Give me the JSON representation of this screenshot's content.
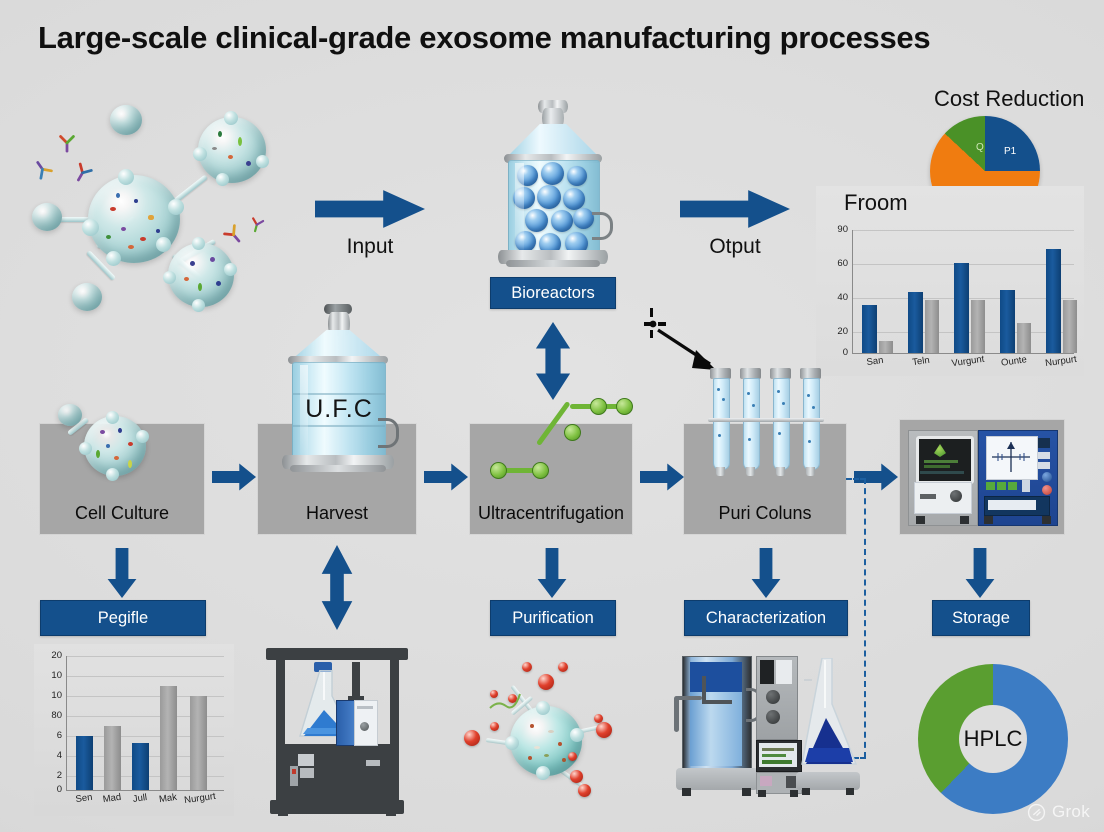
{
  "title": "Large-scale clinical-grade exosome manufacturing processes",
  "flow": {
    "top_arrows": [
      {
        "name": "input",
        "label": "Input"
      },
      {
        "name": "output",
        "label": "Otput"
      }
    ],
    "stages": [
      {
        "id": "cell-culture",
        "label": "Cell Culture"
      },
      {
        "id": "harvest",
        "label": "Harvest",
        "vessel_text": "U.F.C"
      },
      {
        "id": "ultracentrifugation",
        "label": "Ultracentrifugation"
      },
      {
        "id": "purification-columns",
        "label": "Puri Coluns"
      }
    ],
    "chips": [
      {
        "id": "bioreactors",
        "label": "Bioreactors"
      },
      {
        "id": "profile",
        "label": "Pegifle"
      },
      {
        "id": "purification",
        "label": "Purification"
      },
      {
        "id": "characterization",
        "label": "Characterization"
      },
      {
        "id": "storage",
        "label": "Storage"
      }
    ]
  },
  "colors": {
    "accent_blue": "#14508c",
    "panel_gray": "#a6a6a6",
    "bar_blue": "#14508c",
    "bar_gray": "#a0a0a0",
    "pie_blue": "#14508c",
    "pie_orange": "#f07c10",
    "pie_green": "#4a9127",
    "donut_blue": "#3c7cc4",
    "donut_green": "#5a9e30",
    "background": "#dcdcdc"
  },
  "watermark": {
    "label": "Grok",
    "icon": "grok-logo-icon"
  },
  "chart_data": [
    {
      "id": "cost-reduction-pie",
      "type": "pie",
      "title": "Cost Reduction",
      "labels": [
        "P1",
        "Q",
        ""
      ],
      "values": [
        25,
        13,
        62
      ],
      "slice_colors": [
        "#14508c",
        "#4a9127",
        "#f07c10"
      ],
      "legend": "none",
      "grid": false
    },
    {
      "id": "froom-bar-chart",
      "type": "bar",
      "title": "Froom",
      "categories": [
        "San",
        "Teln",
        "Vurgunt",
        "Ounte",
        "Nurpurt"
      ],
      "series": [
        {
          "name": "blue",
          "color": "#14508c",
          "values": [
            35,
            45,
            66,
            46,
            76
          ]
        },
        {
          "name": "gray",
          "color": "#a0a0a0",
          "values": [
            9,
            39,
            39,
            22,
            39
          ]
        }
      ],
      "yticks": [
        0,
        20,
        40,
        60,
        90
      ],
      "ylim": [
        0,
        90
      ],
      "xlabel": "",
      "ylabel": "",
      "grid": true
    },
    {
      "id": "profile-bar-chart",
      "type": "bar",
      "title": "",
      "categories": [
        "Sen",
        "Mad",
        "Jull",
        "Mak",
        "Nurgurt"
      ],
      "series": [
        {
          "name": "mixed",
          "color": "#14508c",
          "values": [
            8.0,
            9.5,
            7.0,
            15.5,
            14.0
          ],
          "colors": [
            "#14508c",
            "#a0a0a0",
            "#14508c",
            "#a0a0a0",
            "#a0a0a0"
          ]
        }
      ],
      "yticks": [
        0,
        2,
        4,
        6,
        80,
        10,
        10,
        20
      ],
      "ylim": [
        0,
        20
      ],
      "xlabel": "",
      "ylabel": "",
      "grid": true
    },
    {
      "id": "hplc-donut",
      "type": "pie",
      "title": "",
      "center_label": "HPLC",
      "labels": [
        "",
        ""
      ],
      "values": [
        62,
        38
      ],
      "slice_colors": [
        "#3c7cc4",
        "#5a9e30"
      ],
      "legend": "none",
      "grid": false
    }
  ]
}
